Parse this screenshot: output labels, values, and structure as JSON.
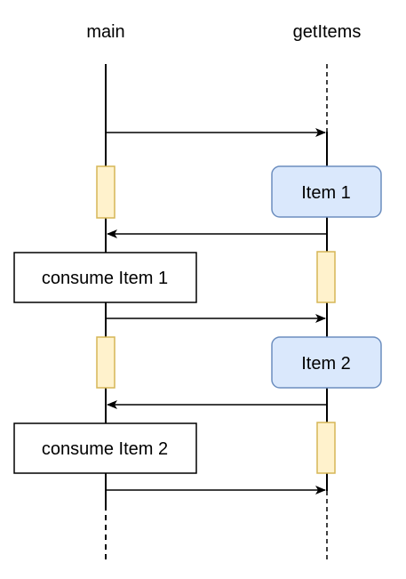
{
  "participants": {
    "main": "main",
    "getItems": "getItems"
  },
  "items": [
    {
      "label": "Item 1"
    },
    {
      "label": "Item 2"
    }
  ],
  "actions": [
    {
      "label": "consume Item 1"
    },
    {
      "label": "consume Item 2"
    }
  ],
  "colors": {
    "item_fill": "#dae8fc",
    "item_stroke": "#6c8ebf",
    "activation_fill": "#fff2cc",
    "activation_stroke": "#d6b656",
    "line": "#000000"
  }
}
